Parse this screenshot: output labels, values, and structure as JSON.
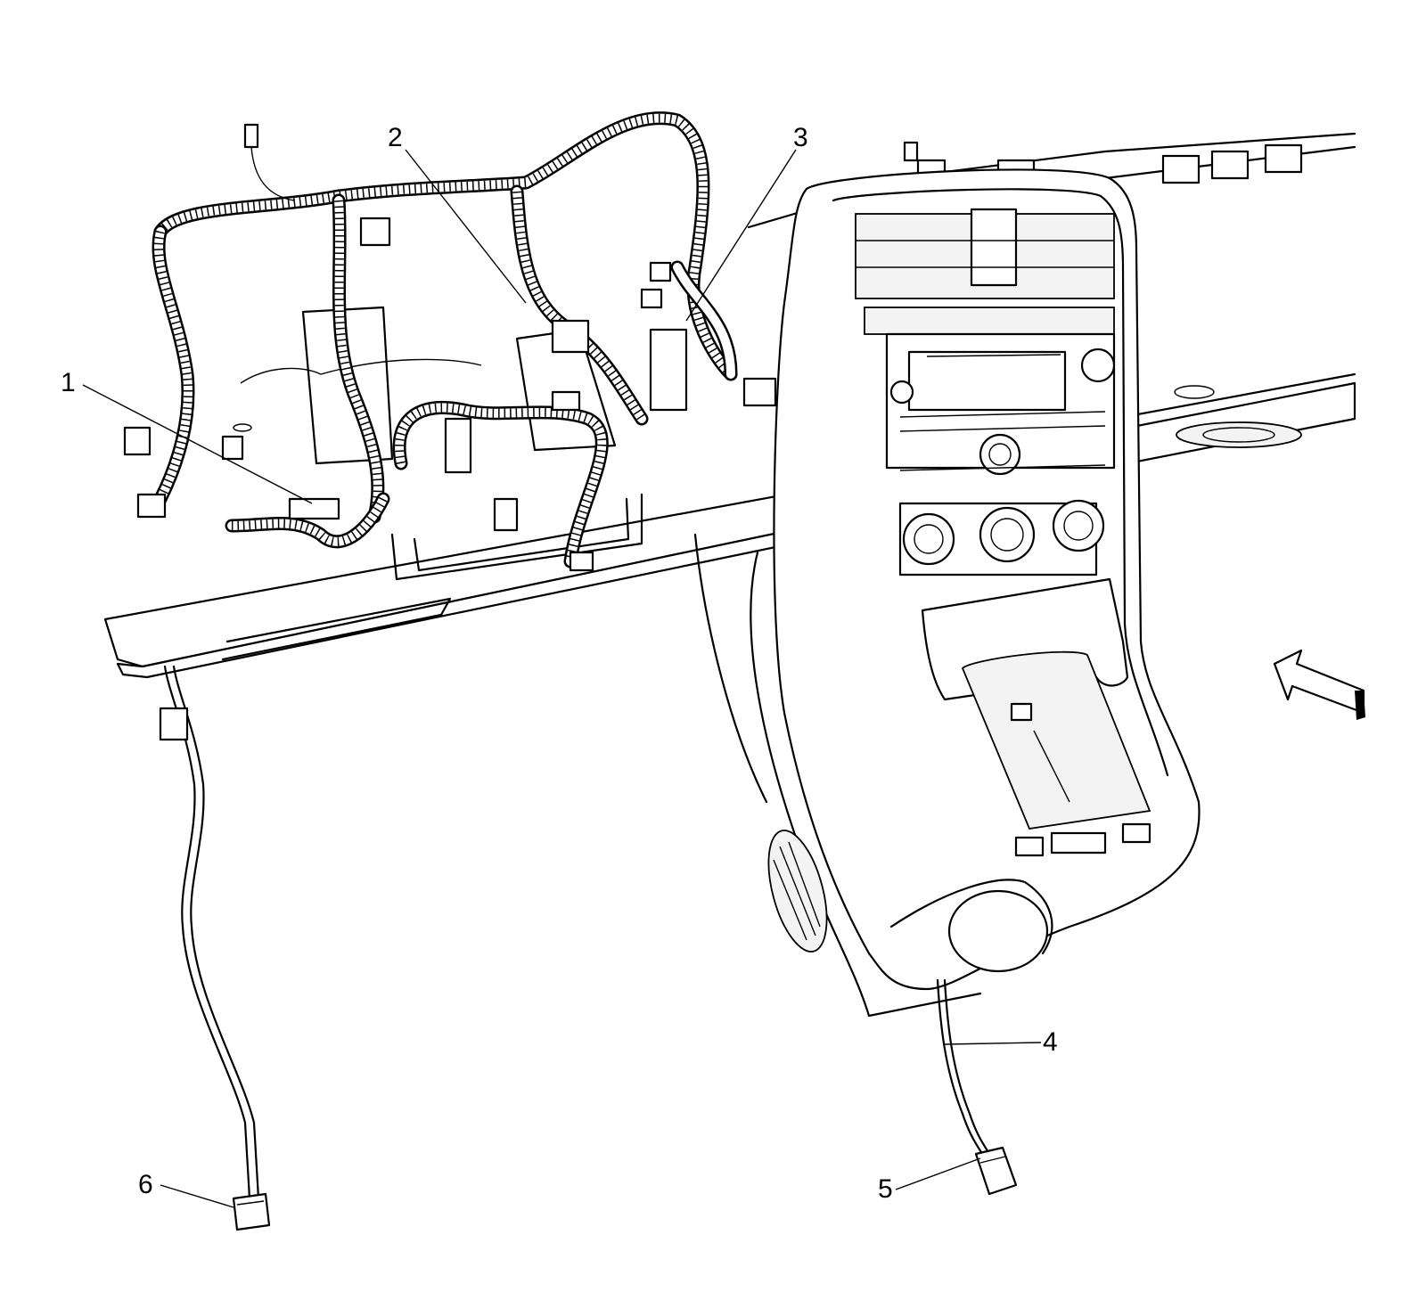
{
  "callouts": [
    {
      "id": "1",
      "label": "1"
    },
    {
      "id": "2",
      "label": "2"
    },
    {
      "id": "3",
      "label": "3"
    },
    {
      "id": "4",
      "label": "4"
    },
    {
      "id": "5",
      "label": "5"
    },
    {
      "id": "6",
      "label": "6"
    }
  ],
  "icons": {
    "view_arrow": "view-direction-arrow-icon"
  }
}
